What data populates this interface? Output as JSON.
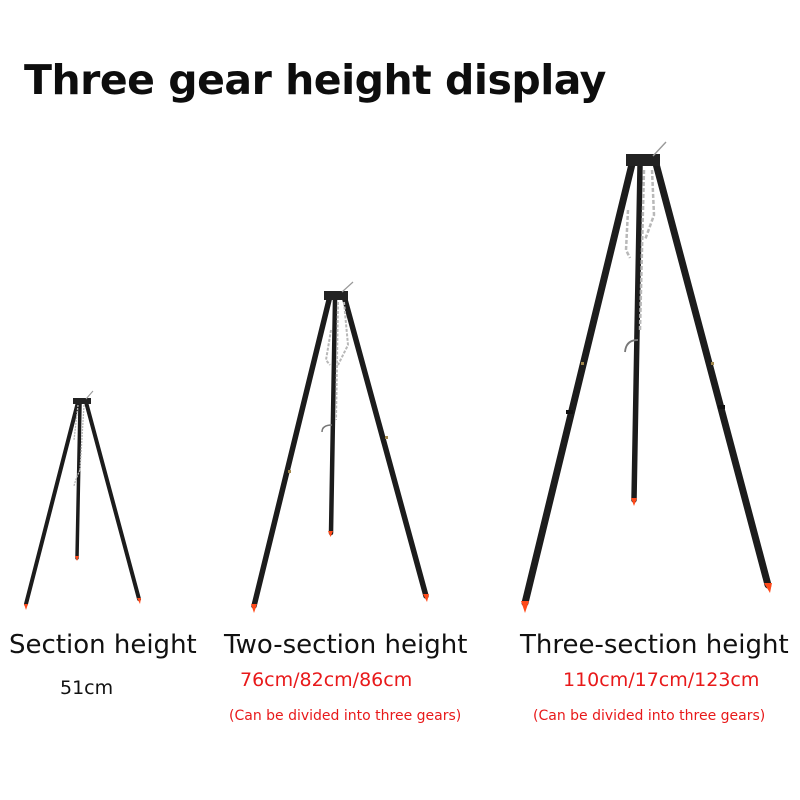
{
  "title": "Three gear height display",
  "colors": {
    "text": "#111111",
    "accent_red": "#e8191a",
    "tripod_leg": "#1c1c1c",
    "tip": "#ff4a1a",
    "chain": "#b8b8b8"
  },
  "tripods": [
    {
      "name": "Section height",
      "size": "51cm",
      "size_color": "black",
      "note": ""
    },
    {
      "name": "Two-section height",
      "size": "76cm/82cm/86cm",
      "size_color": "red",
      "note": "(Can be divided into three gears)"
    },
    {
      "name": "Three-section height",
      "size": "110cm/17cm/123cm",
      "size_color": "red",
      "note": "(Can be divided into three gears)"
    }
  ]
}
